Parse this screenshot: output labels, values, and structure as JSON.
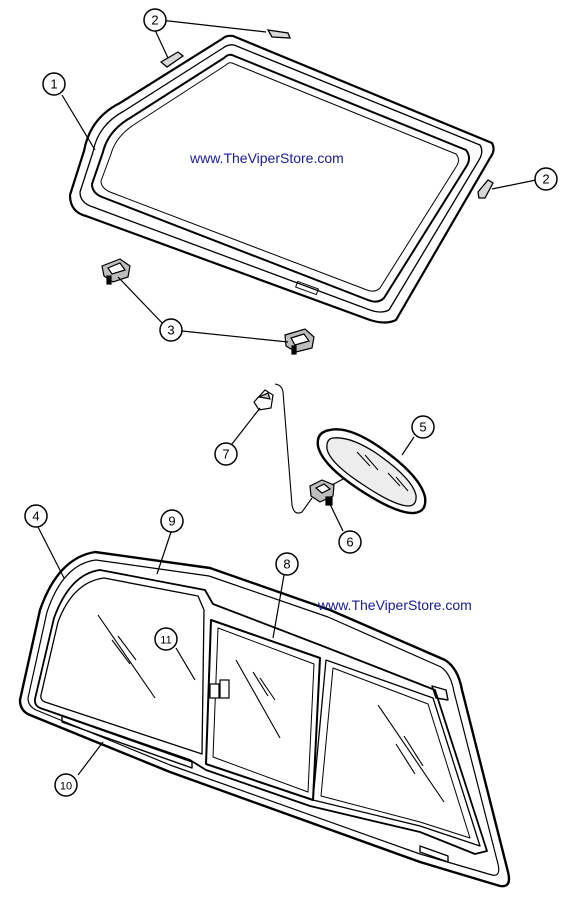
{
  "watermarks": [
    "www.TheViperStore.com",
    "www.TheViperStore.com"
  ],
  "callouts": [
    {
      "label": "1",
      "part": "windshield"
    },
    {
      "label": "2",
      "part": "top-clip"
    },
    {
      "label": "2",
      "part": "side-clip"
    },
    {
      "label": "3",
      "part": "lower-support"
    },
    {
      "label": "4",
      "part": "rear-window-frame"
    },
    {
      "label": "5",
      "part": "rearview-mirror"
    },
    {
      "label": "6",
      "part": "mirror-bracket"
    },
    {
      "label": "7",
      "part": "mirror-mount-button"
    },
    {
      "label": "8",
      "part": "center-slider-glass"
    },
    {
      "label": "9",
      "part": "rear-window-seal"
    },
    {
      "label": "10",
      "part": "lower-channel"
    },
    {
      "label": "11",
      "part": "slider-latch"
    }
  ],
  "colors": {
    "ink": "#000000",
    "watermark": "#1a1a9c",
    "paper": "#ffffff",
    "part_fill": "#d8d8d8"
  }
}
